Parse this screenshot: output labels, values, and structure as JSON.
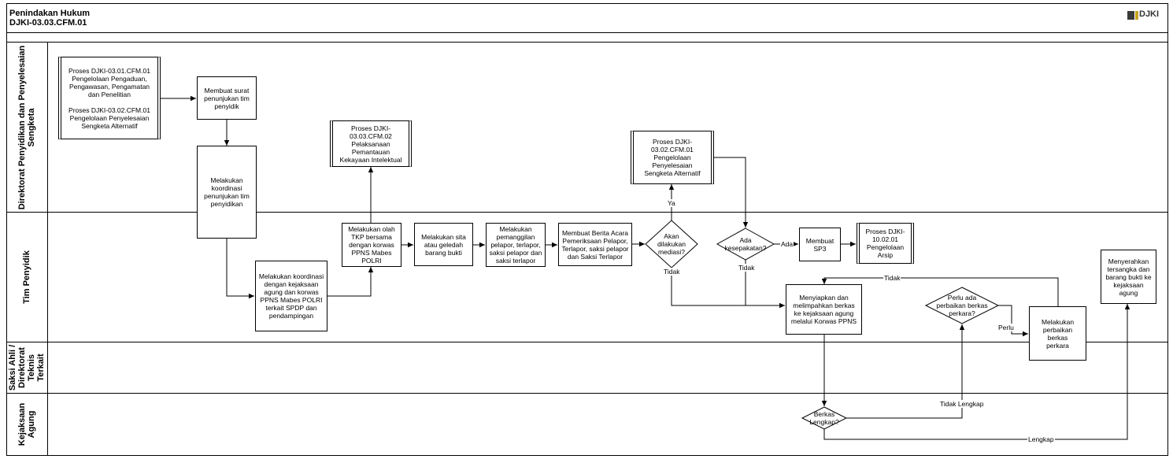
{
  "header": {
    "title": "Penindakan Hukum",
    "code": "DJKI-03.03.CFM.01",
    "logo_text": "DJKI"
  },
  "lanes": [
    "Direktorat Penyidikan dan Penyelesaian\nSengketa",
    "Tim Penyidik",
    "Saksi Ahli /\nDirektorat\nTeknis\nTerkait",
    "Kejaksaan\nAgung"
  ],
  "nodes": {
    "p1": "Proses DJKI-03.01.CFM.01\nPengelolaan Pengaduan,\nPengawasan, Pengamatan\ndan Penelitian\n\nProses DJKI-03.02.CFM.01\nPengelolaan Penyelesaian\nSengketa Alternatif",
    "n_surat": "Membuat surat\npenunjukan tim\npenyidik",
    "n_koord1": "Melakukan\nkoordinasi\npenunjukan tim\npenyidikan",
    "n_koord2": "Melakukan koordinasi\ndengan kejaksaan\nagung dan korwas\nPPNS Mabes POLRI\nterkait SPDP dan\npendampingan",
    "p_pemantauan": "Proses DJKI-\n03.03.CFM.02\nPelaksanaan\nPemantauan\nKekayaan Intelektual",
    "n_tkp": "Melakukan olah\nTKP bersama\ndengan korwas\nPPNS Mabes\nPOLRI",
    "n_sita": "Melakukan sita\natau geledah\nbarang bukti",
    "n_panggil": "Melakukan\npemanggilan\npelapor, terlapor,\nsaksi pelapor dan\nsaksi terlapor",
    "n_bap": "Membuat Berita Acara\nPemeriksaan Pelapor,\nTerlapor, saksi pelapor\ndan Saksi Terlapor",
    "d_mediasi": "Akan\ndilakukan\nmediasi?",
    "p_sengketa": "Proses DJKI-\n03.02.CFM.01\nPengelolaan\nPenyelesaian\nSengketa Alternatif",
    "d_sepakat": "Ada\nkesepakatan?",
    "n_sp3": "Membuat\nSP3",
    "p_arsip": "Proses DJKI-\n10.02.01\nPengelolaan\nArsip",
    "n_limpah": "Menyiapkan dan\nmelimpahkan berkas\nke kejaksaan agung\nmelalui Korwas PPNS",
    "d_perbaikan": "Perlu ada\nperbaikan berkas\nperkara?",
    "n_perbaikan": "Melakukan\nperbaikan berkas\nperkara",
    "n_serah": "Menyerahkan\ntersangka dan\nbarang bukti ke\nkejaksaan\nagung",
    "d_lengkap": "Berkas\nLengkap?"
  },
  "edge_labels": {
    "ya": "Ya",
    "tidak": "Tidak",
    "ada": "Ada",
    "perlu": "Perlu",
    "tidak_lengkap": "Tidak Lengkap",
    "lengkap": "Lengkap"
  },
  "colors": {
    "line": "#000000",
    "logo_gold": "#c8a21f"
  }
}
